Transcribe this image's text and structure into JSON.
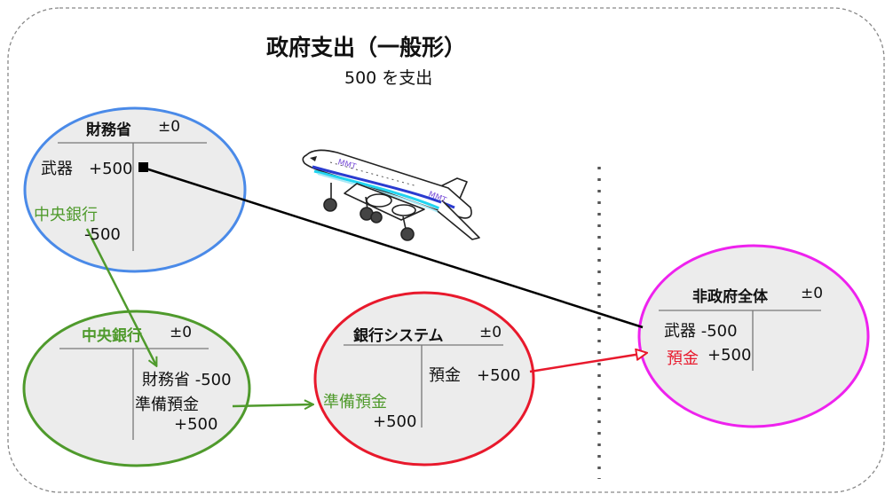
{
  "title": "政府支出（一般形）",
  "subtitle": "500 を支出",
  "colors": {
    "mof": "#4a8ae8",
    "cb": "#4f9a2c",
    "bank": "#e8192c",
    "nongov": "#ee22ee",
    "oval_fill": "#ececec",
    "red_arrow": "#e8192c",
    "green_arrow": "#4f9a2c"
  },
  "entities": {
    "mof": {
      "name": "財務省",
      "balance": "±0",
      "debit": "武器　+500",
      "credit_label": "中央銀行",
      "credit_value": "-500"
    },
    "cb": {
      "name": "中央銀行",
      "balance": "±0",
      "credit_1": "財務省 -500",
      "credit_2_label": "準備預金",
      "credit_2_value": "+500"
    },
    "bank": {
      "name": "銀行システム",
      "balance": "±0",
      "credit": "預金　+500",
      "debit_label": "準備預金",
      "debit_value": "+500"
    },
    "nongov": {
      "name": "非政府全体",
      "balance": "±0",
      "debit_1": "武器 -500",
      "debit_2_label": "預金",
      "debit_2_value": "+500"
    }
  },
  "airplane": {
    "text": "MMT"
  }
}
